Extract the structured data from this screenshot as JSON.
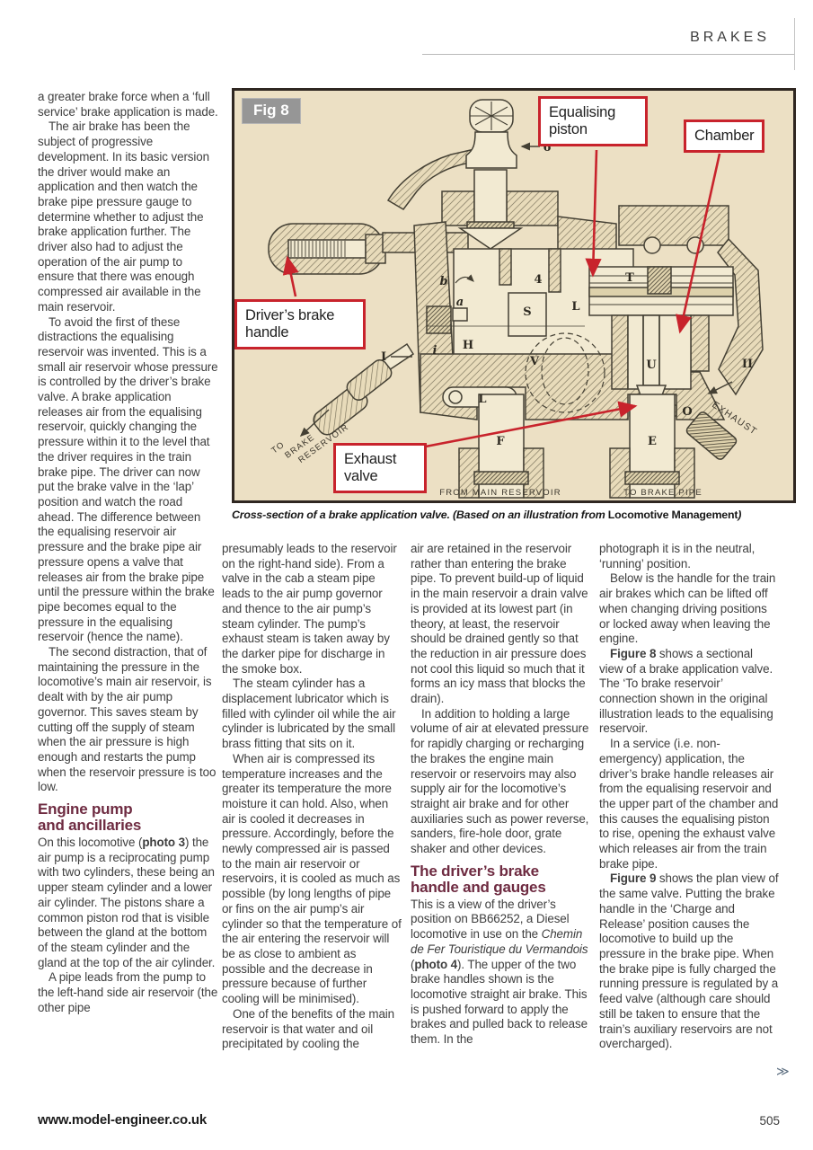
{
  "header": {
    "section_label": "BRAKES"
  },
  "figure": {
    "tag": "Fig 8",
    "callouts": {
      "equalising_piston": "Equalising piston",
      "chamber": "Chamber",
      "drivers_brake_handle": "Driver’s brake handle",
      "exhaust_valve": "Exhaust valve"
    },
    "letters": [
      "6",
      "T",
      "4",
      "S",
      "b",
      "a",
      "H",
      "i",
      "V",
      "L",
      "L",
      "I",
      "II",
      "U",
      "O",
      "F",
      "E"
    ],
    "flow_labels": {
      "from_main_reservoir": "FROM MAIN RESERVOIR",
      "to_brake_pipe": "TO BRAKE PIPE",
      "to_brake_reservoir": [
        "TO",
        "BRAKE",
        "RESERVOIR"
      ],
      "exhaust": "EXHAUST"
    },
    "colors": {
      "background": "#ece0c4",
      "callout_border": "#c8232c",
      "tag_background": "#969696"
    }
  },
  "caption": {
    "lead": "Cross-section of a brake application valve. (Based on an illustration from ",
    "source": "Locomotive Management",
    "close": ")"
  },
  "columns": [
    [
      {
        "runs": [
          {
            "t": "a greater brake force when a ‘full service’ brake application is made."
          }
        ]
      },
      {
        "indent": true,
        "runs": [
          {
            "t": "The air brake has been the subject of progressive development. In its basic version the driver would make an application and then watch the brake pipe pressure gauge to determine whether to adjust the brake application further. The driver also had to adjust the operation of the air pump to ensure that there was enough compressed air available in the main reservoir."
          }
        ]
      },
      {
        "indent": true,
        "runs": [
          {
            "t": "To avoid the first of these distractions the equalising reservoir was invented. This is a small air reservoir whose pressure is controlled by the driver’s brake valve. A brake application releases air from the equalising reservoir, quickly changing the pressure within it to the level that the driver requires in the train brake pipe. The driver can now put the brake valve in the ‘lap’ position and watch the road ahead. The difference between the equalising reservoir air pressure and the brake pipe air pressure opens a valve that releases air from the brake pipe until the pressure within the brake pipe becomes equal to the pressure in the equalising reservoir (hence the name)."
          }
        ]
      },
      {
        "indent": true,
        "runs": [
          {
            "t": "The second distraction, that of maintaining the pressure in the locomotive’s main air reservoir, is dealt with by the air pump governor. This saves steam by cutting off the supply of steam when the air pressure is high enough and restarts the pump when the reservoir pressure is too low."
          }
        ]
      },
      {
        "heading": [
          "Engine pump",
          "and ancillaries"
        ]
      },
      {
        "runs": [
          {
            "t": "On this locomotive ("
          },
          {
            "t": "photo 3",
            "b": true
          },
          {
            "t": ") the air pump is a reciprocating pump with two cylinders, these being an upper steam cylinder and a lower air cylinder. The pistons share a common piston rod that is visible between the gland at the bottom of the steam cylinder and the gland at the top of the air cylinder."
          }
        ]
      },
      {
        "indent": true,
        "runs": [
          {
            "t": "A pipe leads from the pump to the left-hand side air reservoir (the other pipe"
          }
        ]
      }
    ],
    [
      {
        "runs": [
          {
            "t": "presumably leads to the reservoir on the right-hand side). From a valve in the cab a steam pipe leads to the air pump governor and thence to the air pump’s steam cylinder. The pump’s exhaust steam is taken away by the darker pipe for discharge in the smoke box."
          }
        ]
      },
      {
        "indent": true,
        "runs": [
          {
            "t": "The steam cylinder has a displacement lubricator which is filled with cylinder oil while the air cylinder is lubricated by the small brass fitting that sits on it."
          }
        ]
      },
      {
        "indent": true,
        "runs": [
          {
            "t": "When air is compressed its temperature increases and the greater its temperature the more moisture it can hold. Also, when air is cooled it decreases in pressure. Accordingly, before the newly compressed air is passed to the main air reservoir or reservoirs, it is cooled as much as possible (by long lengths of pipe or fins on the air pump’s air cylinder so that the temperature of the air entering the reservoir will be as close to ambient as possible and the decrease in pressure because of further cooling will be minimised)."
          }
        ]
      },
      {
        "indent": true,
        "runs": [
          {
            "t": "One of the benefits of the main reservoir is that water and oil precipitated by cooling the"
          }
        ]
      }
    ],
    [
      {
        "runs": [
          {
            "t": "air are retained in the reservoir rather than entering the brake pipe. To prevent build-up of liquid in the main reservoir a drain valve is provided at its lowest part (in theory, at least, the reservoir should be drained gently so that the reduction in air pressure does not cool this liquid so much that it forms an icy mass that blocks the drain)."
          }
        ]
      },
      {
        "indent": true,
        "runs": [
          {
            "t": "In addition to holding a large volume of air at elevated pressure for rapidly charging or recharging the brakes the engine main reservoir or reservoirs may also supply air for the locomotive’s straight air brake and for other auxiliaries such as power reverse, sanders, fire-hole door, grate shaker and other devices."
          }
        ]
      },
      {
        "heading": [
          "The driver’s brake",
          "handle and gauges"
        ]
      },
      {
        "runs": [
          {
            "t": "This is a view of the driver’s position on BB66252, a Diesel locomotive in use on the "
          },
          {
            "t": "Chemin de Fer Touristique du Vermandois",
            "i": true
          },
          {
            "t": " ("
          },
          {
            "t": "photo 4",
            "b": true
          },
          {
            "t": "). The upper of the two brake handles shown is the locomotive straight air brake. This is pushed forward to apply the brakes and pulled back to release them. In the"
          }
        ]
      }
    ],
    [
      {
        "runs": [
          {
            "t": "photograph it is in the neutral, ‘running’ position."
          }
        ]
      },
      {
        "indent": true,
        "runs": [
          {
            "t": "Below is the handle for the train air brakes which can be lifted off when changing driving positions or locked away when leaving the engine."
          }
        ]
      },
      {
        "indent": true,
        "runs": [
          {
            "t": "Figure 8",
            "b": true
          },
          {
            "t": " shows a sectional view of a brake application valve. The ‘To brake reservoir’ connection shown in the original illustration leads to the equalising reservoir."
          }
        ]
      },
      {
        "indent": true,
        "runs": [
          {
            "t": "In a service (i.e. non-emergency) application, the driver’s brake handle releases air from the equalising reservoir and the upper part of the chamber and this causes the equalising piston to rise, opening the exhaust valve which releases air from the train brake pipe."
          }
        ]
      },
      {
        "indent": true,
        "runs": [
          {
            "t": "Figure 9",
            "b": true
          },
          {
            "t": " shows the plan view of the same valve. Putting the brake handle in the ‘Charge and Release’ position causes the locomotive to build up the pressure in the brake pipe. When the brake pipe is fully charged the running pressure is regulated by a feed valve (although care should still be taken to ensure that the train’s auxiliary reservoirs are not overcharged)."
          }
        ]
      }
    ]
  ],
  "end_mark": "≫",
  "footer": {
    "website": "www.model-engineer.co.uk",
    "page_number": "505"
  }
}
